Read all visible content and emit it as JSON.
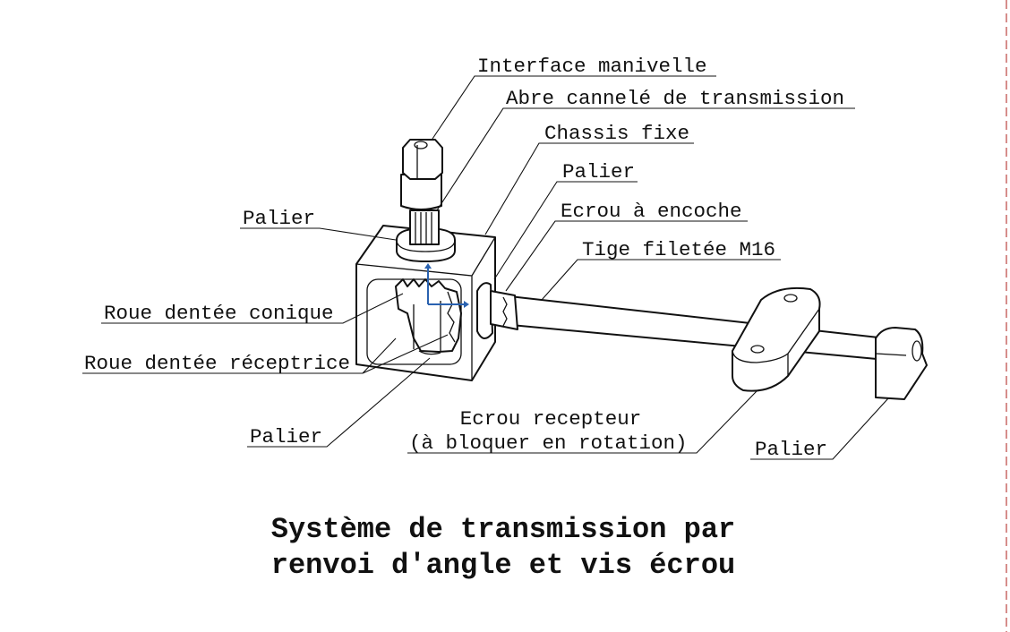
{
  "labels": {
    "interface_manivelle": "Interface manivelle",
    "arbre_cannele": "Abre cannelé de transmission",
    "chassis_fixe": "Chassis fixe",
    "palier_top": "Palier",
    "ecrou_encoche": "Ecrou à encoche",
    "tige_filetee": "Tige filetée M16",
    "palier_left": "Palier",
    "roue_conique": "Roue dentée conique",
    "roue_receptrice": "Roue dentée réceptrice",
    "palier_bottom": "Palier",
    "ecrou_recepteur_line1": "Ecrou recepteur",
    "ecrou_recepteur_line2": "(à bloquer en rotation)",
    "palier_right": "Palier"
  },
  "title": {
    "line1": "Système de transmission par",
    "line2": "renvoi d'angle et vis écrou"
  },
  "colors": {
    "axis": "#2a62b0",
    "border": "#c0504d"
  }
}
